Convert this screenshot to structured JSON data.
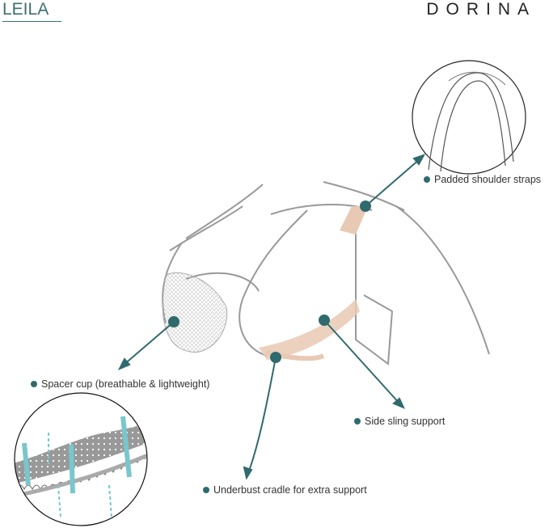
{
  "brand": {
    "left": "LEILA",
    "right": "DORINA"
  },
  "callouts": [
    {
      "label": "Padded shoulder straps"
    },
    {
      "label": "Spacer cup (breathable & lightweight)"
    },
    {
      "label": "Side sling support"
    },
    {
      "label": "Underbust cradle for extra support"
    }
  ],
  "colors": {
    "accent": "#2f6a6e",
    "beige": "#e8c9b3",
    "arrow": "#79c7cc"
  }
}
